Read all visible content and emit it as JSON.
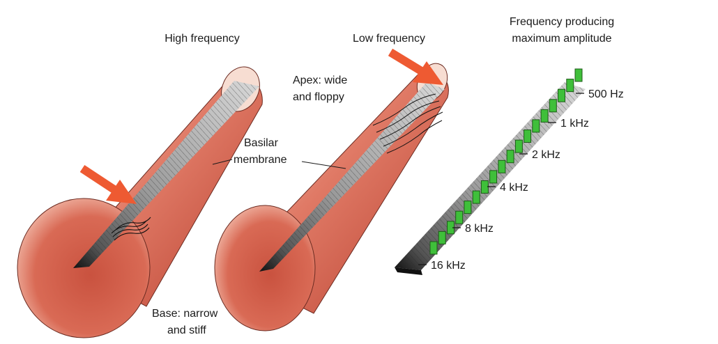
{
  "labels": {
    "high_frequency": "High frequency",
    "low_frequency": "Low frequency",
    "max_amp_line1": "Frequency producing",
    "max_amp_line2": "maximum amplitude",
    "apex_line1": "Apex: wide",
    "apex_line2": "and floppy",
    "basilar_line1": "Basilar",
    "basilar_line2": "membrane",
    "base_line1": "Base: narrow",
    "base_line2": "and stiff"
  },
  "frequency_scale": [
    {
      "label": "500 Hz"
    },
    {
      "label": "1 kHz"
    },
    {
      "label": "2 kHz"
    },
    {
      "label": "4 kHz"
    },
    {
      "label": "8 kHz"
    },
    {
      "label": "16 kHz"
    }
  ],
  "colors": {
    "cone_fill": "#d9604e",
    "cone_light": "#f4d4c8",
    "marker_green": "#3fbf3a",
    "arrow_red": "#ee5a32",
    "membrane_dark": "#141414"
  }
}
